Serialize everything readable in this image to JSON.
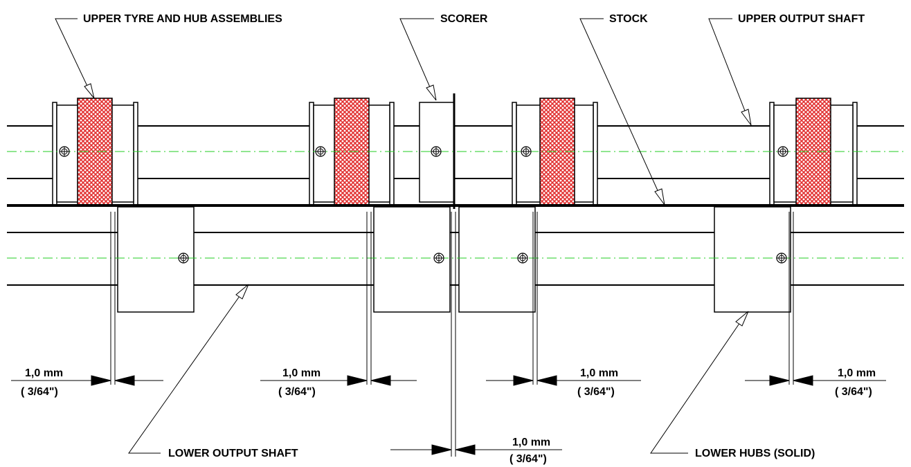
{
  "colors": {
    "tyre": "#e23030",
    "centerline": "#22cc22",
    "line": "#000000"
  },
  "labels": {
    "upper_tyre_hub": "UPPER TYRE AND HUB ASSEMBLIES",
    "scorer": "SCORER",
    "stock": "STOCK",
    "upper_output_shaft": "UPPER OUTPUT SHAFT",
    "lower_output_shaft": "LOWER OUTPUT SHAFT",
    "lower_hubs": "LOWER HUBS (SOLID)"
  },
  "dimensions": [
    {
      "mm": "1,0 mm",
      "inch": "( 3/64\")"
    },
    {
      "mm": "1,0 mm",
      "inch": "( 3/64\")"
    },
    {
      "mm": "1,0 mm",
      "inch": "( 3/64\")"
    },
    {
      "mm": "1,0 mm",
      "inch": "( 3/64\")"
    },
    {
      "mm": "1,0 mm",
      "inch": "( 3/64\")"
    }
  ]
}
